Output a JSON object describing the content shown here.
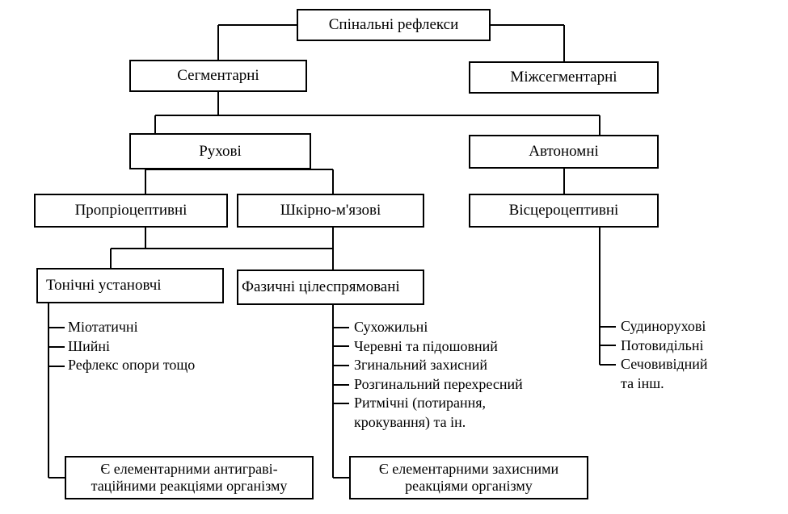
{
  "root": "Спінальні рефлекси",
  "level1": {
    "left": "Сегментарні",
    "right": "Міжсегментарні"
  },
  "level2": {
    "left": "Рухові",
    "right": "Автономні"
  },
  "level3": {
    "a": "Пропріоцептивні",
    "b": "Шкірно-м'язові",
    "c": "Вісцероцептивні"
  },
  "level4": {
    "a": "Тонічні установчі",
    "b": "Фазичні цілеспрямовані"
  },
  "tonic_items": [
    "Міотатичні",
    "Шийні",
    "Рефлекс опори тощо"
  ],
  "phasic_items": [
    "Сухожильні",
    "Черевні та підошовний",
    "Згинальний захисний",
    "Розгинальний перехресний",
    "Ритмічні (потирання,",
    "крокування) та ін."
  ],
  "visceral_items": [
    "Судинорухові",
    "Потовидільні",
    "Сечовивідний",
    "та інш."
  ],
  "conclusion_left": {
    "line1": "Є елементарними антиграві-",
    "line2": "таційними реакціями організму"
  },
  "conclusion_right": {
    "line1": "Є елементарними захисними",
    "line2": "реакціями організму"
  }
}
